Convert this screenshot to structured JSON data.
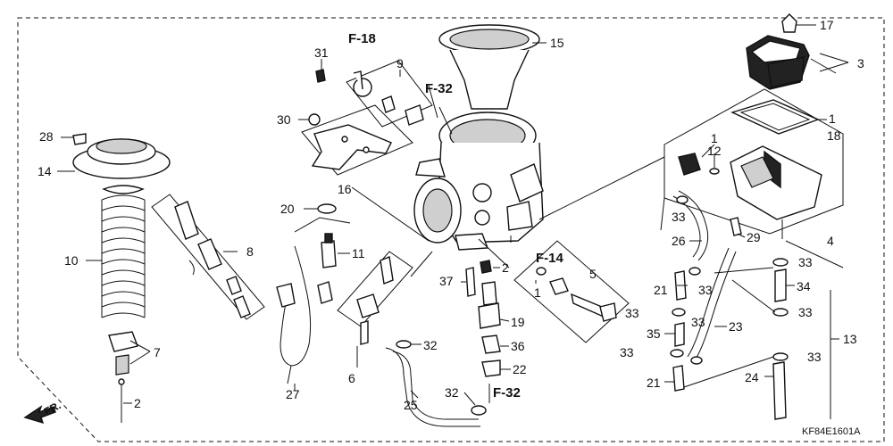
{
  "diagram": {
    "code": "KF84E1601A",
    "direction_label": "FR.",
    "section_refs": [
      "F-18",
      "F-32",
      "F-14",
      "F-32"
    ],
    "callouts": [
      {
        "id": "c17",
        "text": "17"
      },
      {
        "id": "c15",
        "text": "15"
      },
      {
        "id": "c3",
        "text": "3"
      },
      {
        "id": "c31",
        "text": "31"
      },
      {
        "id": "c9",
        "text": "9"
      },
      {
        "id": "c1a",
        "text": "1"
      },
      {
        "id": "c18",
        "text": "18"
      },
      {
        "id": "c28",
        "text": "28"
      },
      {
        "id": "c30",
        "text": "30"
      },
      {
        "id": "c1b",
        "text": "1"
      },
      {
        "id": "c12",
        "text": "12"
      },
      {
        "id": "c14",
        "text": "14"
      },
      {
        "id": "c16",
        "text": "16"
      },
      {
        "id": "c20",
        "text": "20"
      },
      {
        "id": "c33a",
        "text": "33"
      },
      {
        "id": "c29",
        "text": "29"
      },
      {
        "id": "c8",
        "text": "8"
      },
      {
        "id": "c11",
        "text": "11"
      },
      {
        "id": "c26",
        "text": "26"
      },
      {
        "id": "c4",
        "text": "4"
      },
      {
        "id": "c10",
        "text": "10"
      },
      {
        "id": "c2a",
        "text": "2"
      },
      {
        "id": "c5",
        "text": "5"
      },
      {
        "id": "c33b",
        "text": "33"
      },
      {
        "id": "c37",
        "text": "37"
      },
      {
        "id": "c34",
        "text": "34"
      },
      {
        "id": "c21a",
        "text": "21"
      },
      {
        "id": "c33c",
        "text": "33"
      },
      {
        "id": "c1c",
        "text": "1"
      },
      {
        "id": "c33d",
        "text": "33"
      },
      {
        "id": "c33e",
        "text": "33"
      },
      {
        "id": "c19",
        "text": "19"
      },
      {
        "id": "c33f",
        "text": "33"
      },
      {
        "id": "c23",
        "text": "23"
      },
      {
        "id": "c13",
        "text": "13"
      },
      {
        "id": "c35",
        "text": "35"
      },
      {
        "id": "c7",
        "text": "7"
      },
      {
        "id": "c32a",
        "text": "32"
      },
      {
        "id": "c36",
        "text": "36"
      },
      {
        "id": "c33g",
        "text": "33"
      },
      {
        "id": "c33h",
        "text": "33"
      },
      {
        "id": "c6",
        "text": "6"
      },
      {
        "id": "c22",
        "text": "22"
      },
      {
        "id": "c24",
        "text": "24"
      },
      {
        "id": "c21b",
        "text": "21"
      },
      {
        "id": "c27",
        "text": "27"
      },
      {
        "id": "c32b",
        "text": "32"
      },
      {
        "id": "c2b",
        "text": "2"
      },
      {
        "id": "c25",
        "text": "25"
      }
    ]
  }
}
